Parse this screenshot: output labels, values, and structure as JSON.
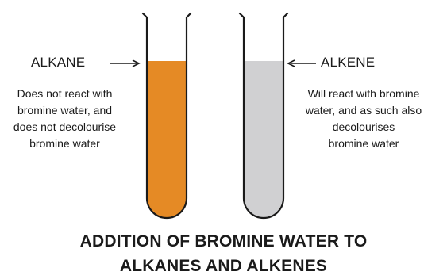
{
  "left_tube": {
    "label": "ALKANE",
    "description": [
      "Does not react with",
      "bromine water, and",
      "does not decolourise",
      "bromine water"
    ],
    "liquid_color": "#e58a25"
  },
  "right_tube": {
    "label": "ALKENE",
    "description": [
      "Will react with bromine",
      "water, and as such also",
      "decolourises",
      "bromine water"
    ],
    "liquid_color": "#d0d0d2"
  },
  "title": {
    "line1": "ADDITION OF BROMINE WATER TO",
    "line2": "ALKANES AND ALKENES"
  },
  "arrow_color": "#1a1a1a"
}
